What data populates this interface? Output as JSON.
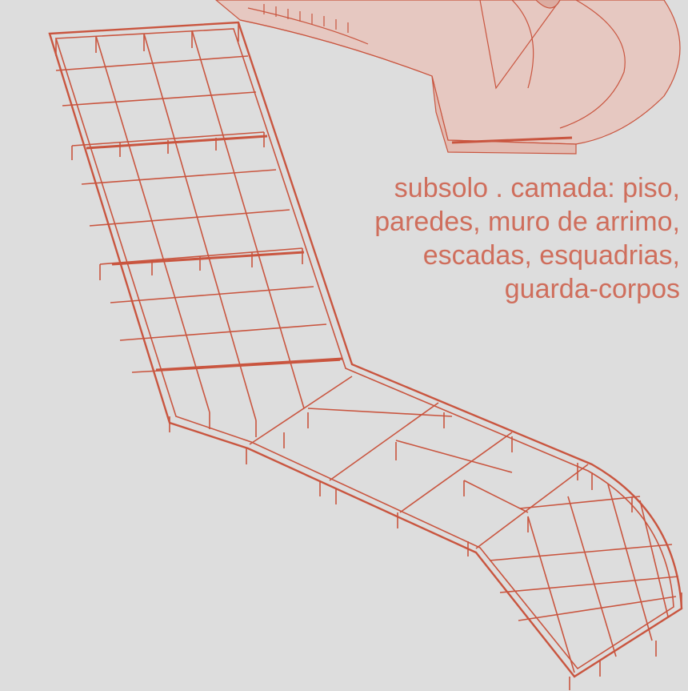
{
  "caption": {
    "line1": "subsolo . camada: piso,",
    "line2": "paredes, muro de arrimo,",
    "line3": "escadas, esquadrias,",
    "line4": "guarda-corpos"
  },
  "colors": {
    "background": "#dddddd",
    "line": "#c9553f",
    "fill": "#e8c4bc",
    "caption": "#cf6e5c"
  }
}
